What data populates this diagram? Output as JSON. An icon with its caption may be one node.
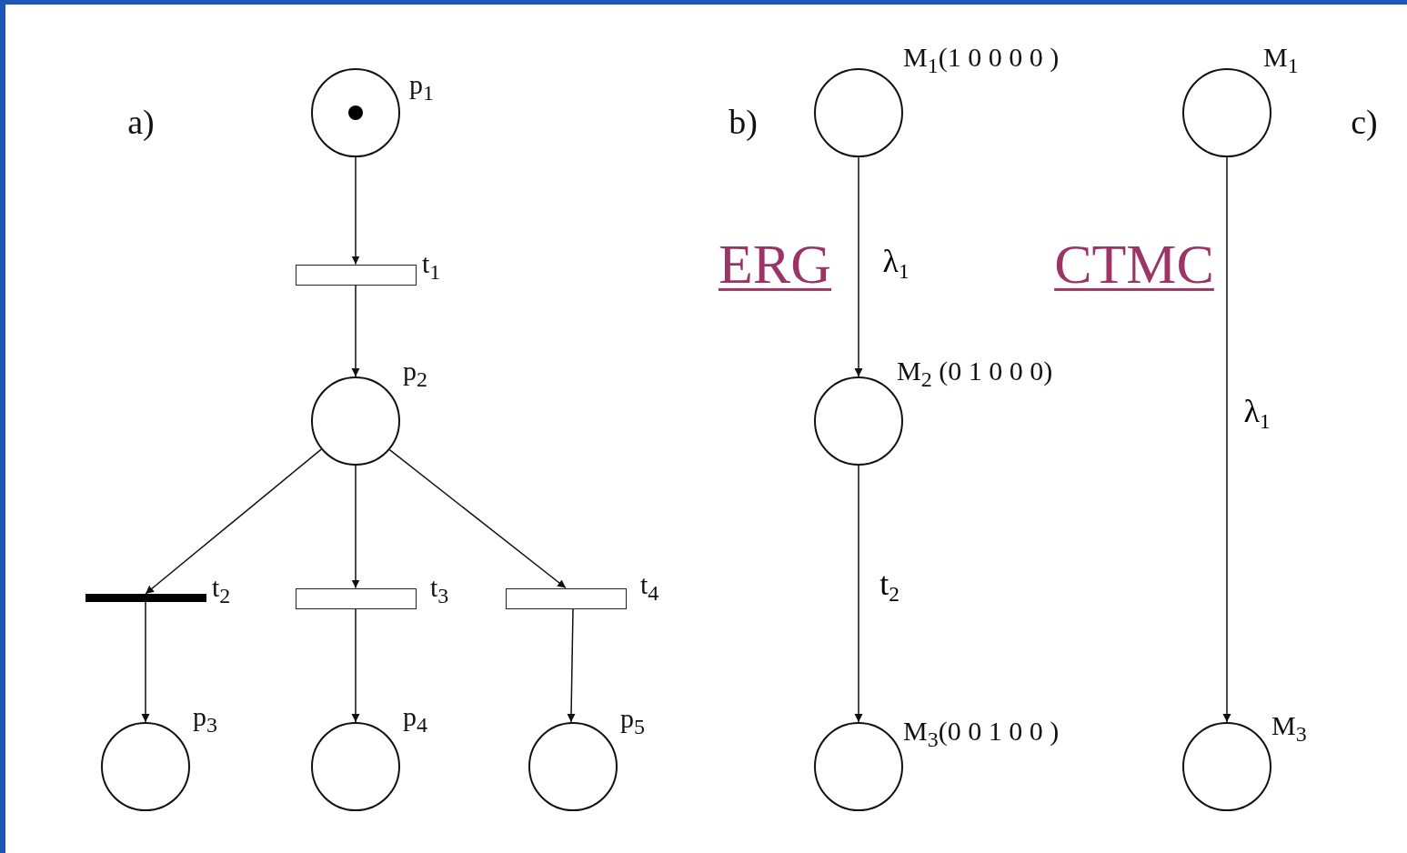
{
  "diagram": {
    "nodes": [
      {
        "text": [],
        "shape": "circle",
        "beside": [
          "p$_{1}$"
        ]
      },
      {
        "text": [],
        "shape": "box",
        "beside": [
          "t$_{1}$"
        ]
      },
      {
        "text": [],
        "shape": "circle",
        "beside": [
          "p$_{2}$"
        ]
      },
      {
        "text": [],
        "shape": "bar",
        "beside": [
          "t$_{2}$"
        ]
      },
      {
        "text": [],
        "shape": "box",
        "beside": [
          "t$_{3}$"
        ]
      },
      {
        "text": [],
        "shape": "box",
        "beside": [
          "t$_{4}$"
        ]
      },
      {
        "text": [],
        "shape": "circle",
        "beside": [
          "p$_{3}$"
        ]
      },
      {
        "text": [],
        "shape": "circle",
        "beside": [
          "p$_{4}$"
        ]
      },
      {
        "text": [],
        "shape": "circle",
        "beside": [
          "p$_{5}$"
        ]
      },
      {
        "text": [],
        "shape": "circle",
        "beside": [
          "M$_{1}$(1 0 0 0 0 )"
        ]
      },
      {
        "text": [],
        "shape": "circle",
        "beside": [
          "M$_{2}$ (0 1 0 0 0)"
        ]
      },
      {
        "text": [],
        "shape": "circle",
        "beside": [
          "M$_{3}$(0 0 1 0 0 )"
        ]
      },
      {
        "text": [],
        "shape": "circle",
        "beside": [
          "M$_{1}$"
        ]
      },
      {
        "text": [],
        "shape": "circle",
        "beside": [
          "M$_{3}$"
        ]
      }
    ],
    "edges": [
      {
        "from": 0,
        "to": 1,
        "arrow": "to"
      },
      {
        "from": 1,
        "to": 2,
        "arrow": "to"
      },
      {
        "from": 2,
        "to": 3,
        "arrow": "to"
      },
      {
        "from": 2,
        "to": 4,
        "arrow": "to"
      },
      {
        "from": 2,
        "to": 5,
        "arrow": "to"
      },
      {
        "from": 3,
        "to": 6,
        "arrow": "to"
      },
      {
        "from": 4,
        "to": 7,
        "arrow": "to"
      },
      {
        "from": 5,
        "to": 8,
        "arrow": "to"
      },
      {
        "from": 9,
        "to": 10,
        "arrow": "to",
        "label": "λ$_{1}$"
      },
      {
        "from": 10,
        "to": 11,
        "arrow": "to",
        "label": "t$_{2}$"
      },
      {
        "from": 12,
        "to": 13,
        "arrow": "to",
        "label": "λ$_{1}$"
      }
    ],
    "labels": [
      "a)",
      "b)",
      "ERG",
      "CTMC",
      "c)"
    ]
  }
}
